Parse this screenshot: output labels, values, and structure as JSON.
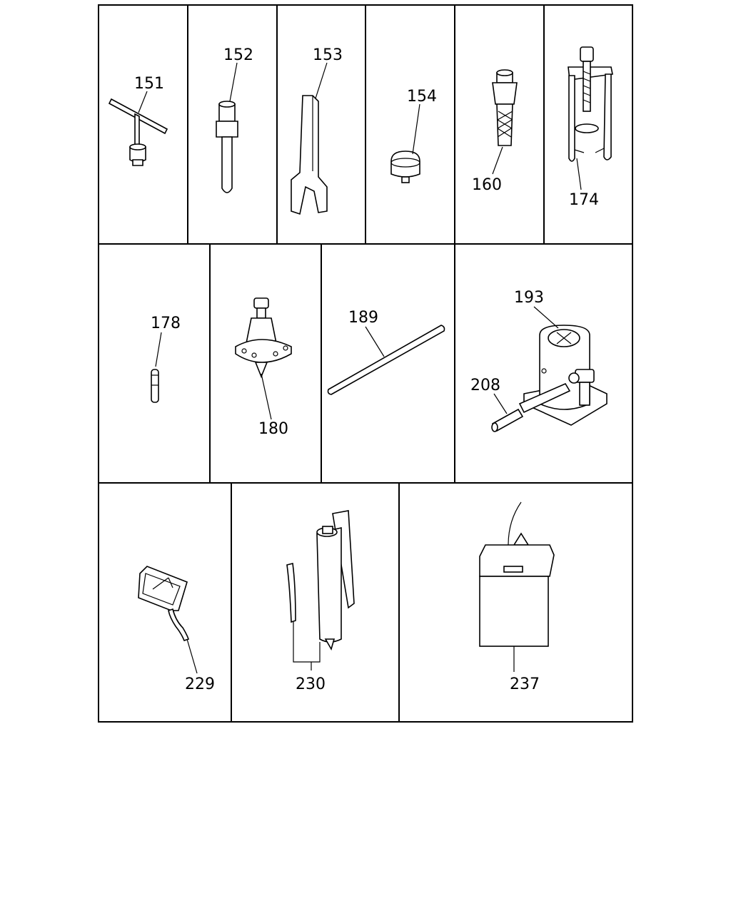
{
  "diagram": {
    "parts": [
      {
        "id": "p151",
        "number": "151",
        "icon": "t-handle-socket-wrench"
      },
      {
        "id": "p152",
        "number": "152",
        "icon": "pin-punch"
      },
      {
        "id": "p153",
        "number": "153",
        "icon": "open-end-spanner"
      },
      {
        "id": "p154",
        "number": "154",
        "icon": "round-cap"
      },
      {
        "id": "p160",
        "number": "160",
        "icon": "knurled-handle-tool"
      },
      {
        "id": "p174",
        "number": "174",
        "icon": "bearing-puller"
      },
      {
        "id": "p178",
        "number": "178",
        "icon": "dowel-pin"
      },
      {
        "id": "p180",
        "number": "180",
        "icon": "flange-installer"
      },
      {
        "id": "p189",
        "number": "189",
        "icon": "straight-rod"
      },
      {
        "id": "p193",
        "number": "193",
        "icon": "bottle-jack"
      },
      {
        "id": "p208",
        "number": "208",
        "icon": "jack-handle"
      },
      {
        "id": "p229",
        "number": "229",
        "icon": "hand-lamp"
      },
      {
        "id": "p230",
        "number": "230",
        "icon": "grease-gun"
      },
      {
        "id": "p237",
        "number": "237",
        "icon": "battery-charger"
      }
    ]
  }
}
